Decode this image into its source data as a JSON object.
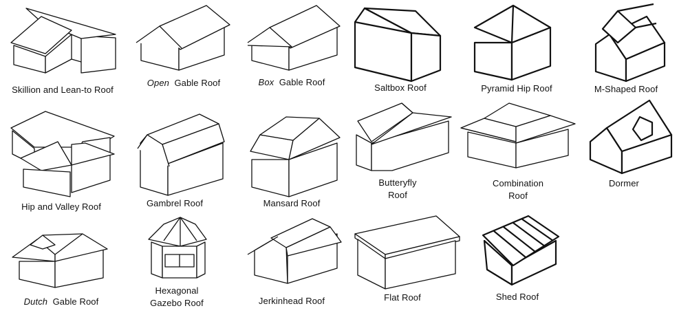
{
  "labels": {
    "skillion": "Skillion and Lean-to Roof",
    "open_em": "Open",
    "open_rest": "Gable Roof",
    "box_em": "Box",
    "box_rest": "Gable Roof",
    "saltbox": "Saltbox Roof",
    "pyramid": "Pyramid Hip Roof",
    "mshaped": "M-Shaped Roof",
    "hipvalley": "Hip and Valley Roof",
    "gambrel": "Gambrel Roof",
    "mansard": "Mansard Roof",
    "butterfly_1": "Butteryfly",
    "butterfly_2": "Roof",
    "combination_1": "Combination",
    "combination_2": "Roof",
    "dormer": "Dormer",
    "dutch_em": "Dutch",
    "dutch_rest": "Gable Roof",
    "gazebo_1": "Hexagonal",
    "gazebo_2": "Gazebo Roof",
    "jerkinhead": "Jerkinhead Roof",
    "flat": "Flat Roof",
    "shed": "Shed Roof"
  }
}
